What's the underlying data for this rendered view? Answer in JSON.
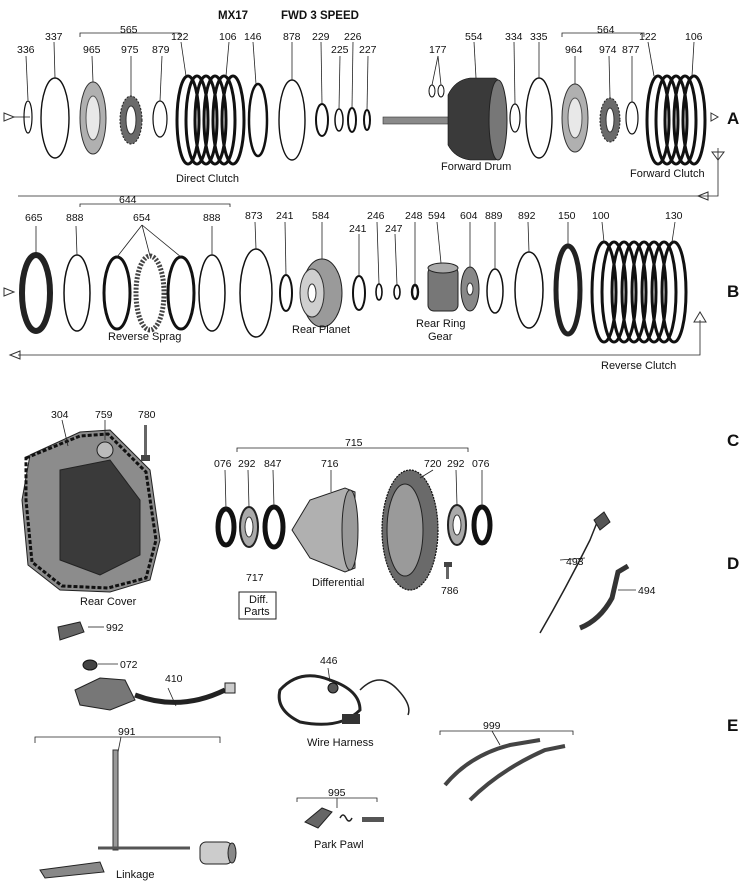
{
  "header": {
    "model": "MX17",
    "subtitle": "FWD 3 SPEED"
  },
  "rows": {
    "a": "A",
    "b": "B",
    "c": "C",
    "d": "D",
    "e": "E"
  },
  "row_a": {
    "n336": "336",
    "n337": "337",
    "n565": "565",
    "n965": "965",
    "n975": "975",
    "n879": "879",
    "n122a": "122",
    "n106a": "106",
    "n146": "146",
    "n878": "878",
    "n229": "229",
    "n225": "225",
    "n226": "226",
    "n227": "227",
    "n177": "177",
    "n554": "554",
    "n334": "334",
    "n335": "335",
    "n564": "564",
    "n964": "964",
    "n974": "974",
    "n877": "877",
    "n122b": "122",
    "n106b": "106",
    "direct_clutch": "Direct Clutch",
    "forward_drum": "Forward Drum",
    "forward_clutch": "Forward Clutch"
  },
  "row_b": {
    "n644": "644",
    "n665": "665",
    "n888a": "888",
    "n654": "654",
    "n888b": "888",
    "n873": "873",
    "n241a": "241",
    "n584": "584",
    "n241b": "241",
    "n246": "246",
    "n247": "247",
    "n248": "248",
    "n594": "594",
    "n604": "604",
    "n889": "889",
    "n892": "892",
    "n150": "150",
    "n100": "100",
    "n130": "130",
    "reverse_sprag": "Reverse Sprag",
    "rear_planet": "Rear Planet",
    "rear_ring_gear_1": "Rear Ring",
    "rear_ring_gear_2": "Gear",
    "reverse_clutch": "Reverse Clutch"
  },
  "row_c": {
    "n304": "304",
    "n759": "759",
    "n780": "780",
    "n715": "715",
    "n076a": "076",
    "n292a": "292",
    "n847": "847",
    "n716": "716",
    "n720": "720",
    "n292b": "292",
    "n076b": "076",
    "n717": "717",
    "diff_parts_1": "Diff.",
    "diff_parts_2": "Parts",
    "n786": "786",
    "rear_cover": "Rear Cover",
    "differential": "Differential"
  },
  "row_d": {
    "n493": "493",
    "n494": "494",
    "n992": "992",
    "n072": "072",
    "n410": "410",
    "n446": "446",
    "wire_harness": "Wire Harness"
  },
  "row_e": {
    "n991": "991",
    "n999": "999",
    "n995": "995",
    "linkage": "Linkage",
    "park_pawl": "Park Pawl"
  }
}
